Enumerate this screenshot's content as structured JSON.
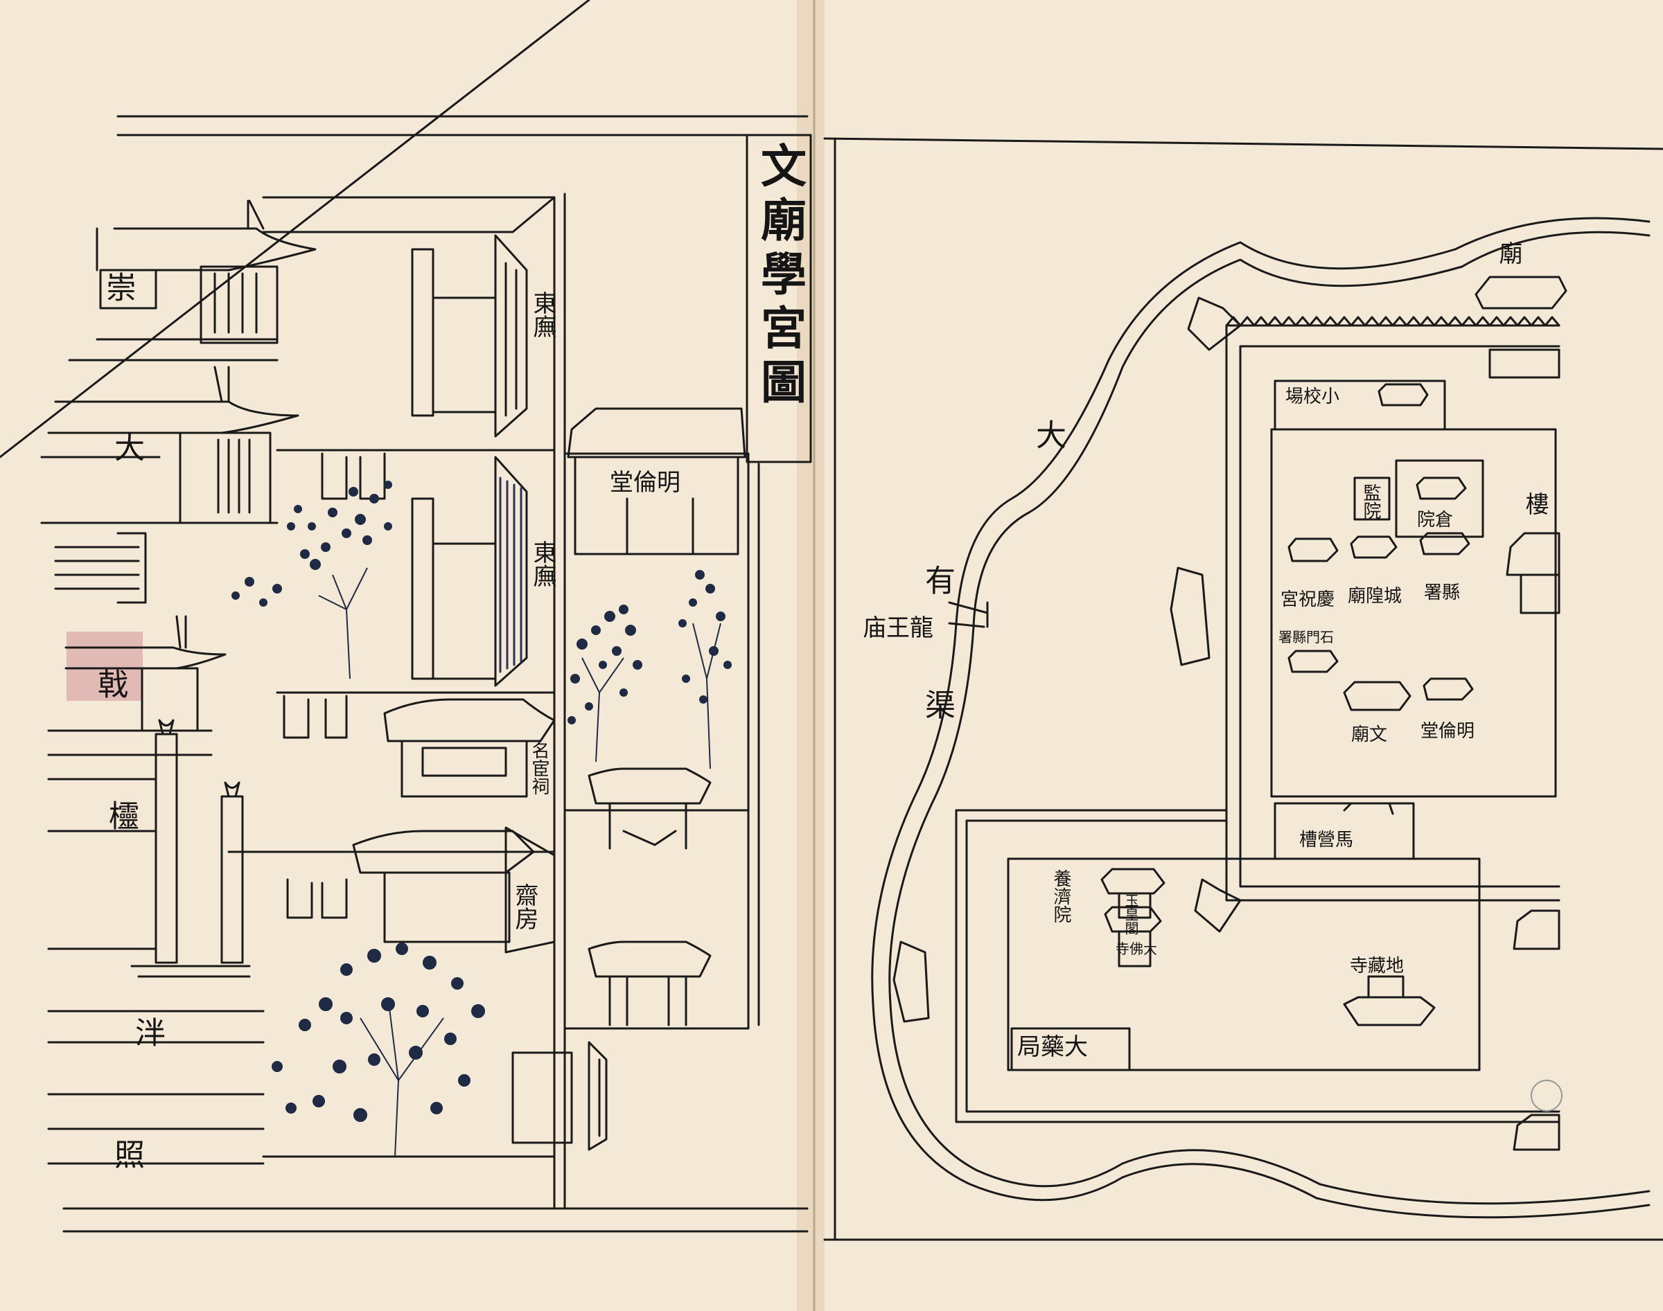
{
  "title": "文廟學宮圖",
  "left_page": {
    "side_labels": [
      "崇",
      "大",
      "戟",
      "欞",
      "泮",
      "照"
    ],
    "east_wing_1": "東廡",
    "east_wing_2": "東廡",
    "minglun_hall": "明倫堂",
    "minghuan_shrine": "名宦祠",
    "study_rooms": "齋房"
  },
  "right_page": {
    "canal": {
      "char_1": "大",
      "char_2": "有",
      "char_3": "渠"
    },
    "longwang_temple": "龍王庙",
    "miao_top": "廟",
    "lou": "樓",
    "xiaojiaochang": "小校場",
    "jianyuan": "監院",
    "cangyuan": "倉院",
    "xianshu": "縣署",
    "chenghuang": "城隍廟",
    "qingzhu": "慶祝宮",
    "shizhong": "石門縣署",
    "minglun": "明倫堂",
    "wenmiao": "文廟",
    "mazhao": "馬營槽",
    "yangji": "養濟院",
    "yuhuang": "玉皇閣",
    "dafo": "大佛寺",
    "dizang": "地藏寺",
    "dayao": "大藥局"
  },
  "colors": {
    "paper": "#f4e8d6",
    "ink": "#1a1a1a",
    "foliage": "#1f2a44",
    "seal": "#d9a7a7"
  }
}
